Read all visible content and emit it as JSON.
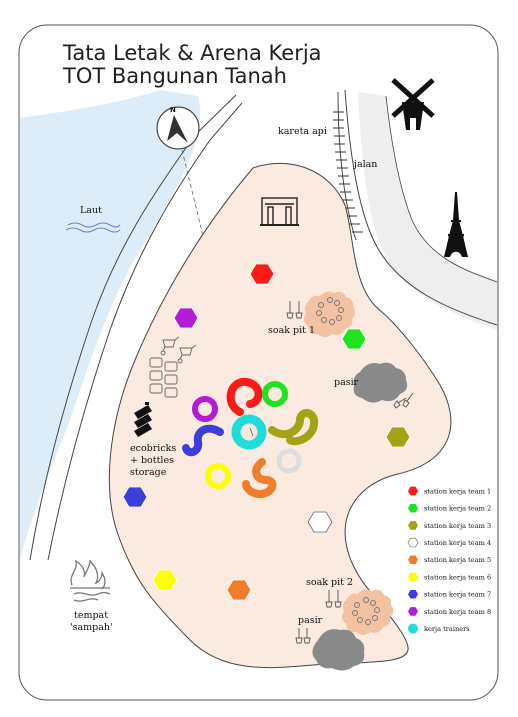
{
  "title": {
    "line1": "Tata Letak & Arena Kerja",
    "line2": "TOT Bangunan Tanah"
  },
  "compass": {
    "letter": "N"
  },
  "labels": {
    "sea": "Laut",
    "railway": "kareta api",
    "road": "jalan",
    "soak_pit_1": "soak pit 1",
    "soak_pit_2": "soak pit 2",
    "sand_1": "pasir",
    "sand_2": "pasir",
    "ecobricks": [
      "ecobricks",
      "+ bottles",
      "storage"
    ],
    "trash": [
      "tempat",
      "'sampah'"
    ]
  },
  "icons": [
    "compass-icon",
    "windmill-icon",
    "eiffel-tower-icon",
    "gate-icon",
    "wave-icon",
    "wheelbarrow-icon",
    "sandbag-icon",
    "bottle-icon",
    "shovel-icon",
    "fire-icon",
    "sand-pile-icon"
  ],
  "legend": [
    {
      "label": "station kerja team 1",
      "color": "#ff1a1a",
      "shape": "hexagon"
    },
    {
      "label": "station kerja team 2",
      "color": "#1ee31e",
      "shape": "hexagon"
    },
    {
      "label": "station kerja team 3",
      "color": "#a3a314",
      "shape": "hexagon"
    },
    {
      "label": "station kerja team 4",
      "color": "#ffffff",
      "shape": "hexagon"
    },
    {
      "label": "station kerja team 5",
      "color": "#f07d2a",
      "shape": "hexagon"
    },
    {
      "label": "station kerja team 6",
      "color": "#fbff00",
      "shape": "hexagon"
    },
    {
      "label": "station kerja team 7",
      "color": "#3d3ddb",
      "shape": "hexagon"
    },
    {
      "label": "station kerja team 8",
      "color": "#b41bd6",
      "shape": "hexagon"
    },
    {
      "label": "kerja trainers",
      "color": "#1ddcdc",
      "shape": "circle"
    }
  ],
  "colors": {
    "arena": "#fbeae0",
    "sea": "#dcedf9",
    "road": "#eeeeee",
    "sand": "#8a8a8a",
    "soak_pit": "#f2c2a2"
  }
}
